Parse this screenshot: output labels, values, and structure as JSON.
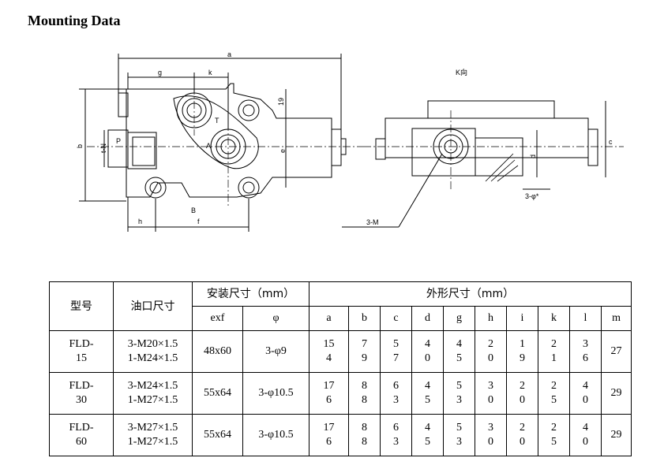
{
  "title": "Mounting Data",
  "drawing": {
    "labels": {
      "a": "a",
      "g": "g",
      "k": "k",
      "l19": "19",
      "t": "T",
      "p": "P",
      "tn": "t-N",
      "a_port": "A",
      "e": "e",
      "b": "b",
      "B": "B",
      "h": "h",
      "f": "f",
      "kview": "K向",
      "c": "c",
      "d": "d",
      "phi": "3-φ*",
      "m3": "3-M"
    }
  },
  "table": {
    "headers": {
      "model": "型号",
      "port": "油口尺寸",
      "install": "安装尺寸（mm）",
      "shape": "外形尺寸（mm）",
      "install_cols": [
        "exf",
        "φ"
      ],
      "shape_cols": [
        "a",
        "b",
        "c",
        "d",
        "g",
        "h",
        "i",
        "k",
        "l",
        "m"
      ]
    },
    "rows": [
      {
        "model": "FLD-\n15",
        "port": "3-M20×1.5\n1-M24×1.5",
        "exf": "48x60",
        "phi": "3-φ9",
        "dims": [
          "15\n4",
          "7\n9",
          "5\n7",
          "4\n0",
          "4\n5",
          "2\n0",
          "1\n9",
          "2\n1",
          "3\n6",
          "27"
        ]
      },
      {
        "model": "FLD-\n30",
        "port": "3-M24×1.5\n1-M27×1.5",
        "exf": "55x64",
        "phi": "3-φ10.5",
        "dims": [
          "17\n6",
          "8\n8",
          "6\n3",
          "4\n5",
          "5\n3",
          "3\n0",
          "2\n0",
          "2\n5",
          "4\n0",
          "29"
        ]
      },
      {
        "model": "FLD-\n60",
        "port": "3-M27×1.5\n1-M27×1.5",
        "exf": "55x64",
        "phi": "3-φ10.5",
        "dims": [
          "17\n6",
          "8\n8",
          "6\n3",
          "4\n5",
          "5\n3",
          "3\n0",
          "2\n0",
          "2\n5",
          "4\n0",
          "29"
        ]
      }
    ]
  }
}
